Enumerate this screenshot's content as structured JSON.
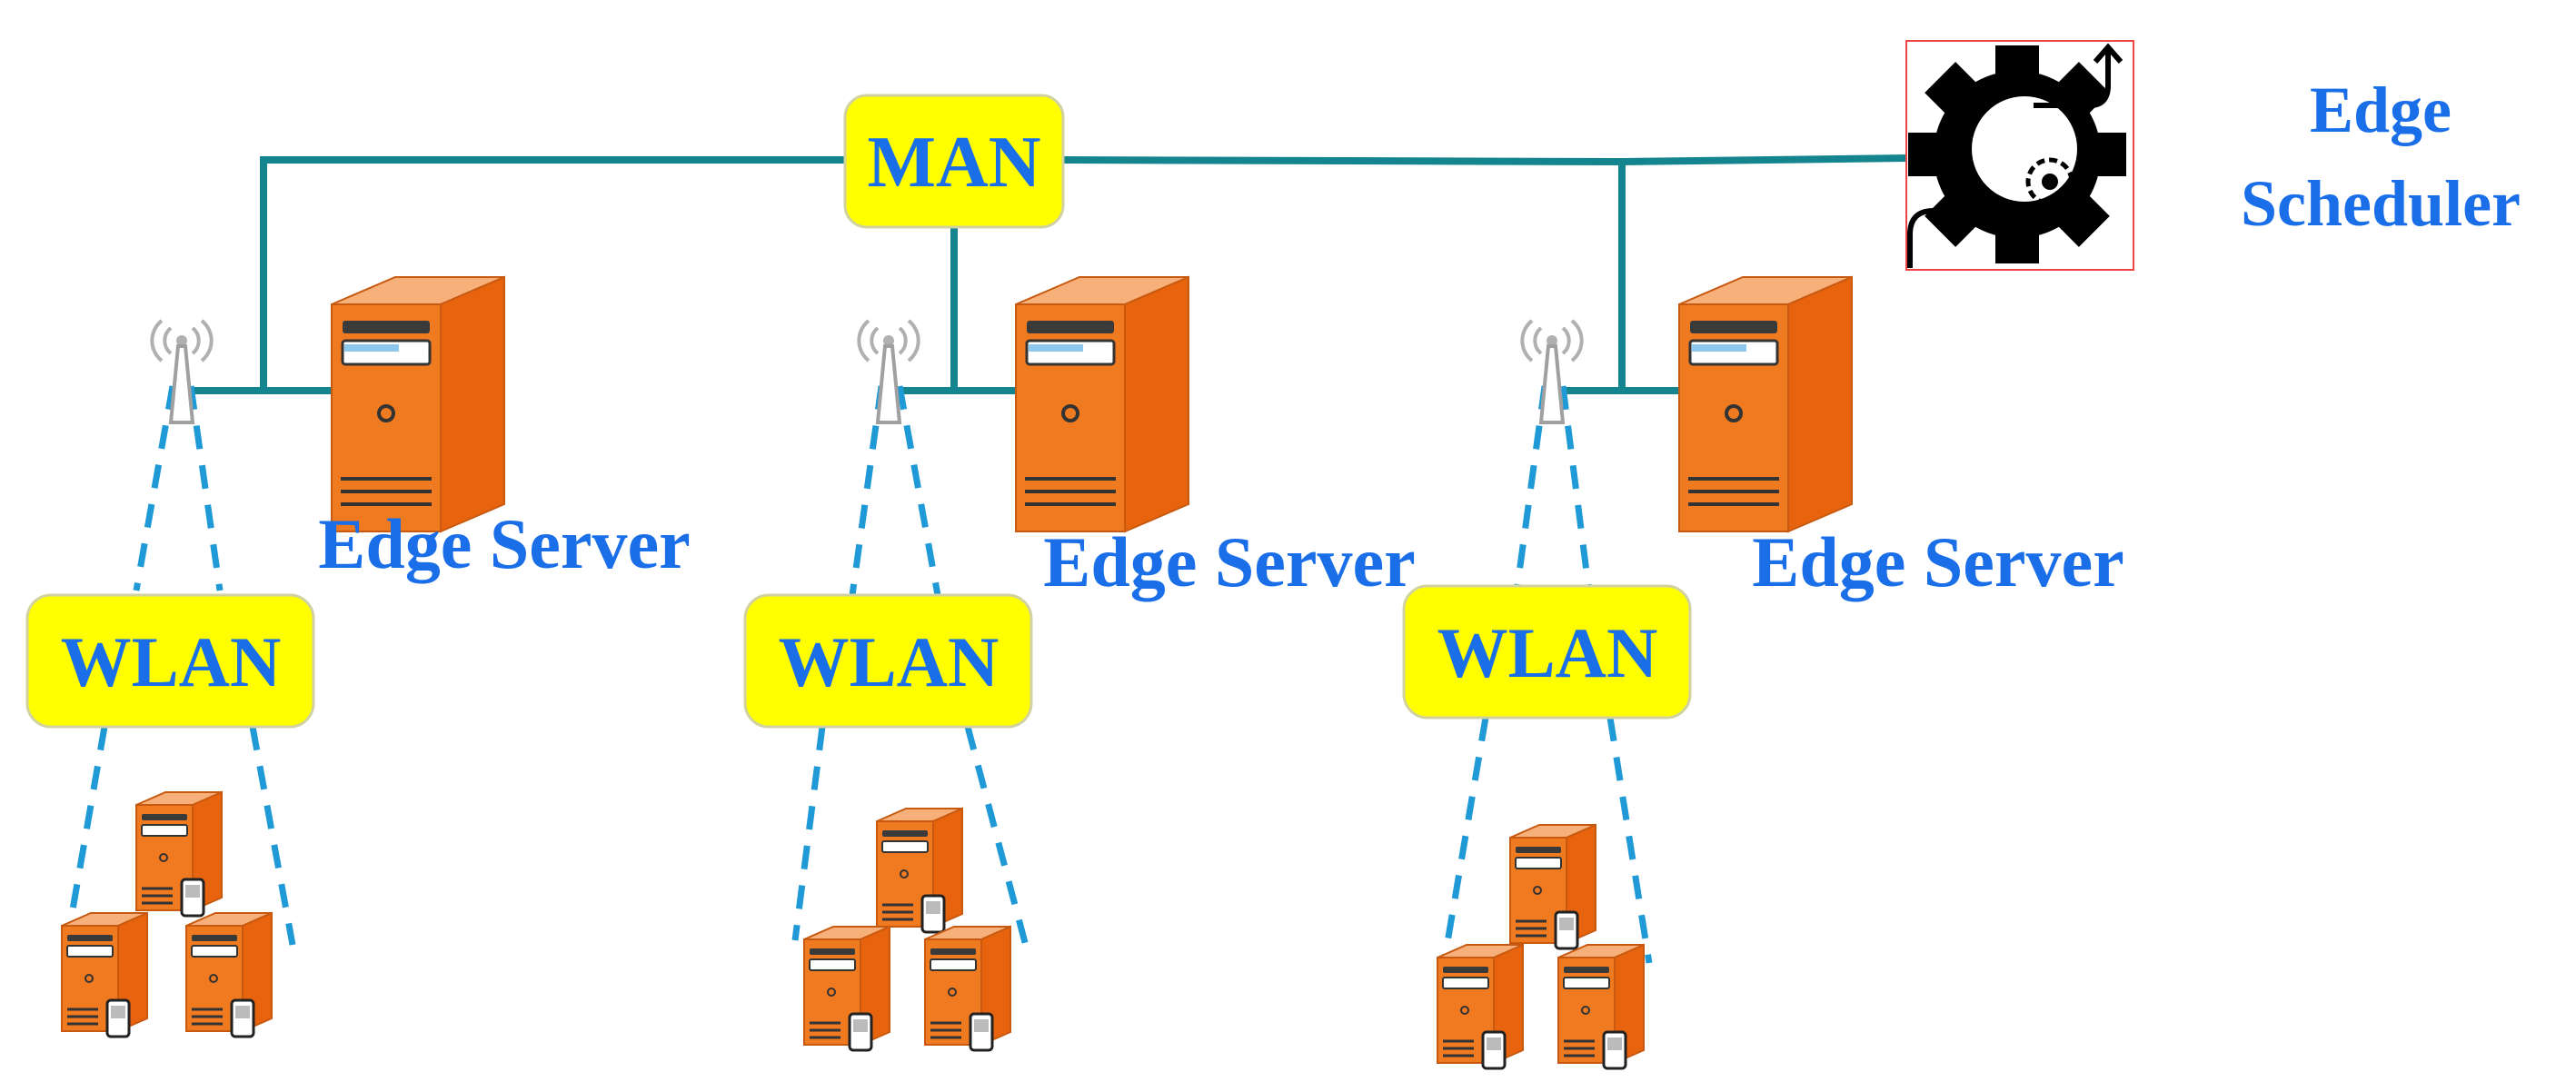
{
  "man": {
    "label": "MAN"
  },
  "scheduler": {
    "label_line1": "Edge",
    "label_line2": "Scheduler",
    "icon": "gear-with-arrows-icon"
  },
  "clusters": [
    {
      "server_label": "Edge Server",
      "wlan_label": "WLAN",
      "device_count": 3
    },
    {
      "server_label": "Edge Server",
      "wlan_label": "WLAN",
      "device_count": 3
    },
    {
      "server_label": "Edge Server",
      "wlan_label": "WLAN",
      "device_count": 3
    }
  ],
  "colors": {
    "label_blue": "#1a6fe8",
    "box_yellow": "#ffff00",
    "wire_teal": "#14858f",
    "wireless_blue": "#1f9ad6",
    "server_orange": "#f07a20"
  }
}
